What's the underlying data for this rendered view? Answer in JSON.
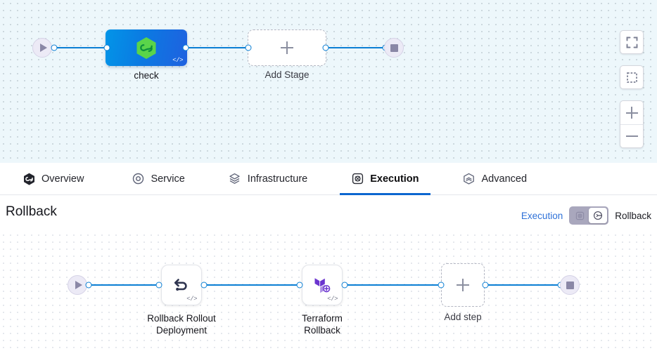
{
  "top_pipeline": {
    "start_node": {
      "name": "pipeline-start",
      "icon": "play-icon"
    },
    "end_node": {
      "name": "pipeline-end",
      "icon": "stop-icon"
    },
    "stages": [
      {
        "label": "check",
        "icon": "harness-hexagon-icon",
        "badge": "</>",
        "type": "stage"
      },
      {
        "label": "Add Stage",
        "icon": "plus-icon",
        "type": "add"
      }
    ]
  },
  "canvas_controls": [
    {
      "name": "fullscreen-button",
      "icon": "expand-icon"
    },
    {
      "name": "select-area-button",
      "icon": "dashed-square-icon"
    },
    {
      "name": "zoom-in-button",
      "icon": "plus-icon"
    },
    {
      "name": "zoom-out-button",
      "icon": "minus-icon"
    }
  ],
  "tabs": [
    {
      "label": "Overview",
      "icon": "harness-hexagon-icon",
      "active": false
    },
    {
      "label": "Service",
      "icon": "service-circle-icon",
      "active": false
    },
    {
      "label": "Infrastructure",
      "icon": "layers-diamond-icon",
      "active": false
    },
    {
      "label": "Execution",
      "icon": "execution-icon",
      "active": true
    },
    {
      "label": "Advanced",
      "icon": "advanced-cube-icon",
      "active": false
    }
  ],
  "rollback_section": {
    "title": "Rollback",
    "toggle": {
      "left_label": "Execution",
      "right_label": "Rollback",
      "left_icon": "execution-icon",
      "right_icon": "rollback-arrow-icon",
      "selected": "Rollback"
    },
    "pipeline": {
      "start_node": {
        "name": "rollback-start",
        "icon": "play-icon"
      },
      "end_node": {
        "name": "rollback-end",
        "icon": "stop-icon"
      },
      "steps": [
        {
          "label": "Rollback Rollout\nDeployment",
          "icon": "undo-arrow-icon",
          "badge": "</>",
          "type": "step"
        },
        {
          "label": "Terraform\nRollback",
          "icon": "terraform-icon",
          "badge": "</>",
          "type": "step"
        },
        {
          "label": "Add step",
          "icon": "plus-icon",
          "type": "add"
        }
      ]
    }
  },
  "colors": {
    "edge": "#0b7fd4",
    "accent": "#0b66d0",
    "link": "#2f72d8",
    "stage_gradient_from": "#0295e8",
    "stage_gradient_to": "#1f61e0",
    "harness_green": "#5ad44a",
    "terraform_purple": "#7b42bc",
    "canvas_top_bg": "#edf7fb",
    "canvas_bottom_bg": "#ffffff",
    "terminal_bg": "#eceaf6",
    "terminal_glyph": "#8a87a6"
  }
}
